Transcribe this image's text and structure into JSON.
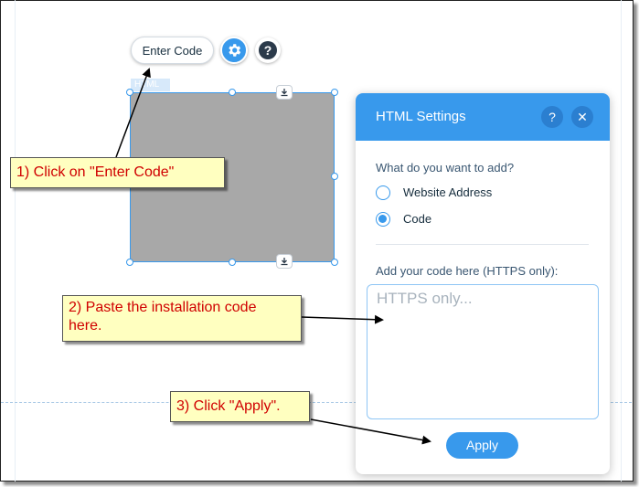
{
  "toolbar": {
    "enter_code_label": "Enter Code",
    "gear_icon": "gear-icon",
    "help_icon": "question-mark-icon",
    "help_glyph": "?"
  },
  "element": {
    "tag_label": "HTML",
    "fill_color": "#a8a8a8",
    "selection_color": "#3899ec",
    "download_icon": "download-arrow-icon"
  },
  "panel": {
    "title": "HTML Settings",
    "help_glyph": "?",
    "close_glyph": "✕",
    "question": "What do you want to add?",
    "options": [
      {
        "label": "Website Address",
        "checked": false
      },
      {
        "label": "Code",
        "checked": true
      }
    ],
    "code_label": "Add your code here (HTTPS only):",
    "code_placeholder": "HTTPS only...",
    "apply_label": "Apply",
    "accent_color": "#3899ec"
  },
  "callouts": {
    "step1": "1) Click on \"Enter Code\"",
    "step2_line1": "2) Paste the installation code",
    "step2_line2": "here.",
    "step3": "3) Click \"Apply\".",
    "text_color": "#d00000",
    "bg_color": "#ffffc0"
  }
}
